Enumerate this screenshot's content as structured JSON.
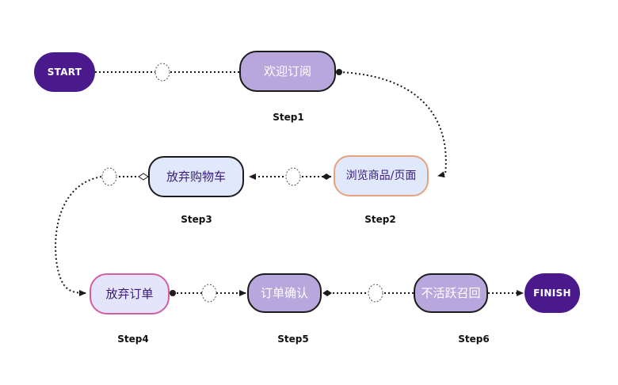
{
  "nodes": {
    "start": "START",
    "welcome": "欢迎订阅",
    "browse": "浏览商品/页面",
    "abandon_cart": "放弃购物车",
    "abandon_order": "放弃订单",
    "order_confirm": "订单确认",
    "winback": "不活跃召回",
    "finish": "FINISH"
  },
  "steps": {
    "step1": "Step1",
    "step2": "Step2",
    "step3": "Step3",
    "step4": "Step4",
    "step5": "Step5",
    "step6": "Step6"
  },
  "colors": {
    "terminal": "#4a1a8c",
    "lavender": "#b7a7dc",
    "light_blue": "#dfe9fb",
    "accent_orange": "#e6a27c",
    "accent_pink": "#d45ea2",
    "line": "#1c1c1c"
  }
}
